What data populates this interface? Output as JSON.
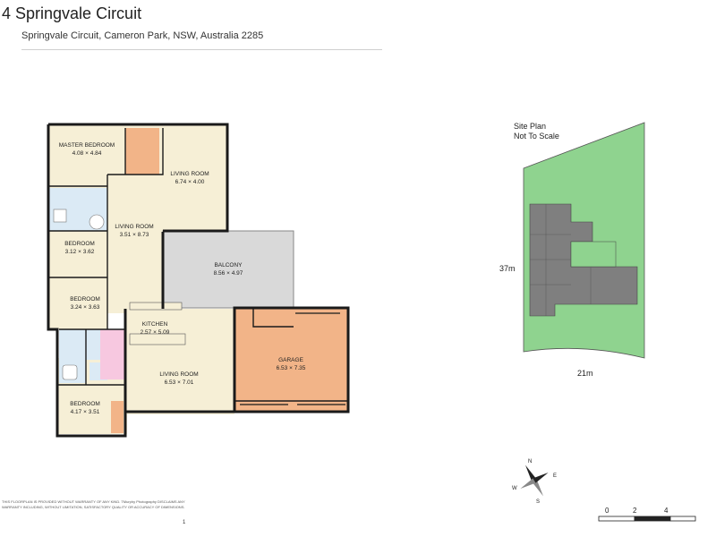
{
  "header": {
    "title": "4 Springvale Circuit",
    "address": "Springvale Circuit, Cameron Park, NSW, Australia 2285"
  },
  "rooms": {
    "master_bedroom": {
      "name": "MASTER BEDROOM",
      "dims": "4.08 × 4.84"
    },
    "living_room_top": {
      "name": "LIVING ROOM",
      "dims": "6.74 × 4.00"
    },
    "living_room_mid": {
      "name": "LIVING ROOM",
      "dims": "3.51 × 8.73"
    },
    "bedroom_2": {
      "name": "BEDROOM",
      "dims": "3.12 × 3.62"
    },
    "balcony": {
      "name": "BALCONY",
      "dims": "8.56 × 4.97"
    },
    "bedroom_3": {
      "name": "BEDROOM",
      "dims": "3.24 × 3.63"
    },
    "kitchen": {
      "name": "KITCHEN",
      "dims": "2.57 × 5.09"
    },
    "garage": {
      "name": "GARAGE",
      "dims": "6.53 × 7.35"
    },
    "living_room_bottom": {
      "name": "LIVING ROOM",
      "dims": "6.53 × 7.01"
    },
    "bedroom_4": {
      "name": "BEDROOM",
      "dims": "4.17 × 3.51"
    }
  },
  "site_plan": {
    "title_line1": "Site Plan",
    "title_line2": "Not To Scale",
    "depth": "37m",
    "width": "21m"
  },
  "compass": {
    "n": "N",
    "s": "S",
    "e": "E",
    "w": "W"
  },
  "scale_bar": {
    "labels": [
      "0",
      "2",
      "4"
    ]
  },
  "footer": {
    "disclaimer_line1": "THIS FLOORPLAN IS PROVIDED WITHOUT WARRANTY OF ANY KIND. TMurphy Photography DISCLAIMS ANY",
    "disclaimer_line2": "WARRANTY INCLUDING, WITHOUT LIMITATION, SATISFACTORY QUALITY OR ACCURACY OF DIMENSIONS.",
    "page_number": "1"
  },
  "colors": {
    "room_beige": "#f6efd6",
    "garage_orange": "#f2b488",
    "balcony_grey": "#d9d9d9",
    "wet_blue": "#dbeaf5",
    "hall_pink": "#f7c8e0",
    "site_green": "#8fd38f",
    "site_building": "#7f7f7f",
    "wall": "#1a1a1a"
  }
}
